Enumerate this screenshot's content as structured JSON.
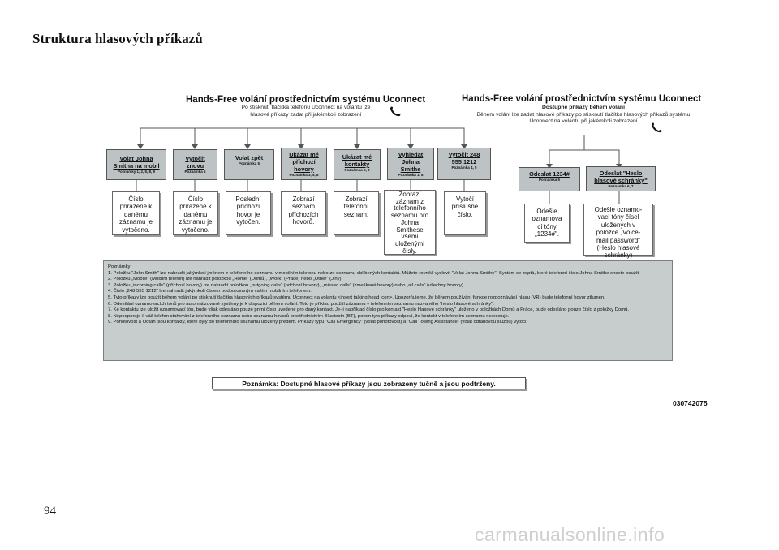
{
  "page_title": "Struktura hlasových příkazů",
  "left_section": {
    "title": "Hands-Free volání prostřednictvím systému Uconnect",
    "subtitle_1": "Po stisknutí tlačítka telefonu Uconnect na volantu lze",
    "subtitle_2": "hlasové příkazy zadat při jakémkoli zobrazení"
  },
  "right_section": {
    "title": "Hands-Free volání prostřednictvím systému Uconnect",
    "subtitle_bold": "Dostupné příkazy během volání",
    "subtitle_1": "Během volání lze zadat hlasové příkazy po stisknutí tlačítka hlasových příkazů systému",
    "subtitle_2": "Uconnect na volantu při jakémkoli zobrazení"
  },
  "phone_icon": "phone-handset-icon",
  "commands": [
    {
      "label": "Volat Johna\nSmitha na mobil",
      "note": "Poznámky 1, 2, 5, 8, 9",
      "result": "Číslo\npřiřazené k\ndanému\nzáznamu je\nvytočeno."
    },
    {
      "label": "Vytočit\nznovu",
      "note": "Poznámka 5",
      "result": "Číslo\npřiřazené k\ndanému\nzáznamu je\nvytočeno."
    },
    {
      "label": "Volat zpět",
      "note": "Poznámka 5",
      "result": "Poslední\npříchozí\nhovor je\nvytočen."
    },
    {
      "label": "Ukázat mé\npříchozí\nhovory",
      "note": "Poznámka 3, 5, 8",
      "result": "Zobrazí\nseznam\npříchozích\nhovorů."
    },
    {
      "label": "Ukázat mé\nkontakty",
      "note": "Poznámka 5, 8",
      "result": "Zobrazí\ntelefonní\nseznam."
    },
    {
      "label": "Vyhledat\nJohna\nSmithe",
      "note": "Poznámka 1, 8",
      "result": "Zobrazí\nzáznam z\ntelefonního\nseznamu pro\nJohna\nSmithese\nvšemi\nuloženými\nčísly."
    },
    {
      "label": "Vytočit 248\n555 1212",
      "note": "Poznámka 4, 5",
      "result": "Vytočí\npříslušné\nčíslo."
    }
  ],
  "call_commands": [
    {
      "label": "Odeslat 1234#",
      "note": "Poznámka 5",
      "result": "Odešle\noznamova\ncí tóny\n„1234#\"."
    },
    {
      "label": "Odeslat \"Heslo\nhlasové schránky\"",
      "note": "Poznámka 6, 7",
      "result": "Odešle oznamo-\nvací tóny čísel\nuložených v\npoložce „Voice-\nmail password\"\n(Heslo hlasové\nschránky)"
    }
  ],
  "notes": {
    "heading": "Poznámky:",
    "items": [
      "1. Položku \"John Smith\" lze nahradit jakýmkoli jménem z telefonního seznamu v mobilním telefonu nebo ze seznamu oblíbených kontaktů. Můžete rovněž vyslovit \"Volat Johna Smithe\". Systém se zeptá, které telefonní číslo Johna Smithe chcete použít.",
      "2. Položku „Mobile\" (Mobilní telefon) lze nahradit položkou „Home\" (Domů), „Work\" (Práce) nebo „Other\" (Jiný).",
      "3. Položku „incoming calls\" (příchozí hovory) lze nahradit položkou „outgoing calls\" (odchozí hovory), „missed calls\" (zmeškané hovory) nebo „all calls\" (všechny hovory).",
      "4. Číslo „248 555 1212\" lze nahradit jakýmkoli číslem podporovaným vaším mobilním telefonem.",
      "5. Tyto příkazy lze použít během volání po stisknutí tlačítka hlasových příkazů systému Uconnect na volantu <insert talking head icon>. Upozorňujeme, že během používání funkce rozpoznávání hlasu (VR) bude telefonní hovor ztlumen.",
      "6. Odesílání oznamovacích tónů pro automatizované systémy je k dispozici během volání. Toto je příklad použití záznamu v telefonním seznamu nazvaného \"heslo hlasové schránky\".",
      "7. Ke kontaktu lze uložit oznamovací tón, bude však odesláno pouze první číslo uvedené pro daný kontakt. Je-li například číslo pro kontakt \"Heslo hlasové schránky\" uloženo v položkách Domů a Práce, bude odesláno pouze číslo z položky Domů.",
      "8. Nepodporuje-li váš telefon stahování z telefonního seznamu nebo seznamu hovorů prostřednictvím Bluetooth (BT), potom tyto příkazy odpoví, že kontakt v telefonním seznamu neexistuje.",
      "9. Pohotovost a Odtah jsou kontakty, které byly do telefonního seznamu uloženy předem. Příkazy typu \"Call Emergency\" (volat pohotovost) a \"Call Towing Assistance\" (volat odtahovou službu) vytočí"
    ]
  },
  "bottom_note": "Poznámka: Dostupné hlasové příkazy jsou zobrazeny tučně a jsou podtrženy.",
  "image_code": "030742075",
  "page_number": "94",
  "watermark": "carmanualsonline.info"
}
